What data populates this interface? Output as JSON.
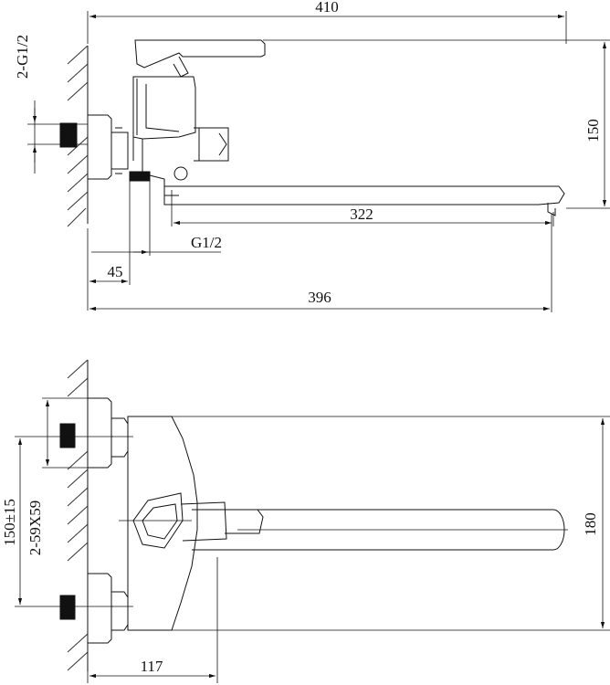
{
  "top_view": {
    "dims": {
      "overall_length": "410",
      "height": "150",
      "spout_length": "322",
      "thread_outlet": "G1/2",
      "thread_inlet": "2-G1/2",
      "offset": "45",
      "base_length": "396"
    }
  },
  "front_view": {
    "dims": {
      "center_distance": "150±15",
      "slot": "2-59X59",
      "depth": "117",
      "spout_width": "180"
    }
  }
}
